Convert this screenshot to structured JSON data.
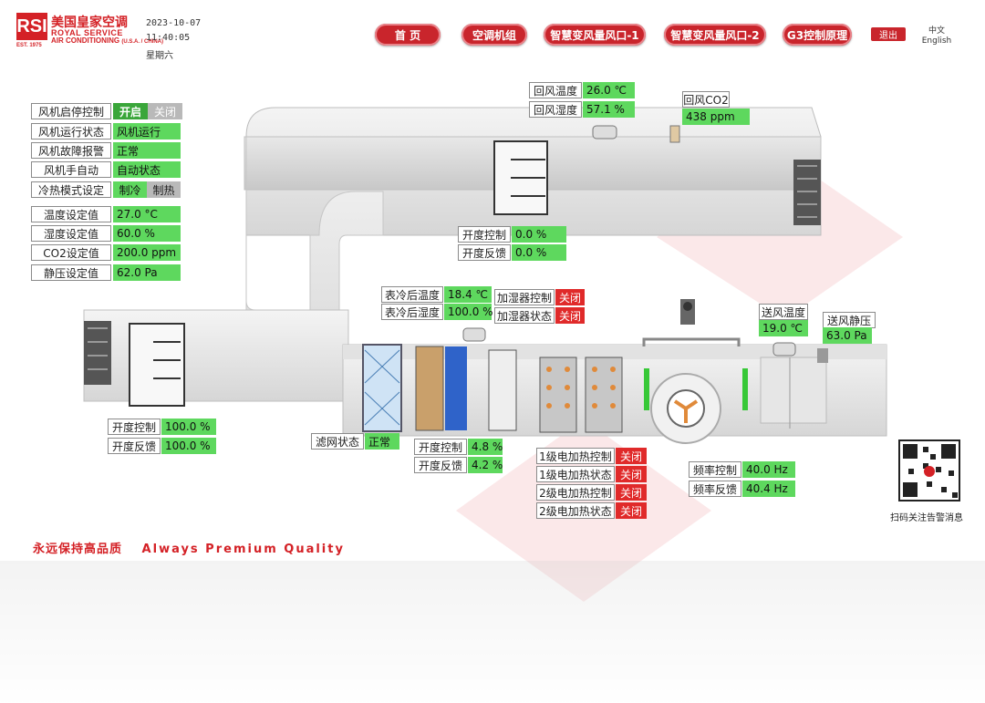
{
  "brand": {
    "logo_mark": "RSI",
    "name_cn": "美国皇家空调",
    "name_en1": "ROYAL SERVICE",
    "name_en2": "AIR CONDITIONING",
    "country": "(U.S.A. / CHINA)",
    "est": "EST. 1975"
  },
  "datetime": {
    "date": "2023-10-07",
    "time": "11:40:05",
    "weekday": "星期六"
  },
  "nav": [
    {
      "label": "首 页"
    },
    {
      "label": "空调机组"
    },
    {
      "label": "智慧变风量风口-1"
    },
    {
      "label": "智慧变风量风口-2"
    },
    {
      "label": "G3控制原理"
    }
  ],
  "exit_label": "退出",
  "lang": {
    "cn": "中文",
    "en": "English"
  },
  "status": {
    "fan_control": {
      "label": "风机启停控制",
      "on": "开启",
      "off": "关闭"
    },
    "fan_run": {
      "label": "风机运行状态",
      "value": "风机运行"
    },
    "fan_fault": {
      "label": "风机故障报警",
      "value": "正常"
    },
    "fan_mode": {
      "label": "风机手自动",
      "value": "自动状态"
    },
    "hc_mode": {
      "label": "冷热模式设定",
      "cool": "制冷",
      "heat": "制热"
    }
  },
  "setpoints": [
    {
      "label": "温度设定值",
      "value": "27.0 °C"
    },
    {
      "label": "湿度设定值",
      "value": "60.0 %"
    },
    {
      "label": "CO2设定值",
      "value": "200.0 ppm"
    },
    {
      "label": "静压设定值",
      "value": "62.0 Pa"
    }
  ],
  "return_air": {
    "temp_label": "回风温度",
    "temp_value": "26.0 ℃",
    "hum_label": "回风湿度",
    "hum_value": "57.1 %",
    "co2_label": "回风CO2",
    "co2_value": "438 ppm"
  },
  "return_damper": {
    "ctrl_label": "开度控制",
    "ctrl_value": "0.0 %",
    "fb_label": "开度反馈",
    "fb_value": "0.0 %"
  },
  "fresh_damper": {
    "ctrl_label": "开度控制",
    "ctrl_value": "100.0 %",
    "fb_label": "开度反馈",
    "fb_value": "100.0 %"
  },
  "coil": {
    "temp_label": "表冷后温度",
    "temp_value": "18.4 ℃",
    "hum_label": "表冷后湿度",
    "hum_value": "100.0 %"
  },
  "humidifier": {
    "ctrl_label": "加湿器控制",
    "ctrl_value": "关闭",
    "stat_label": "加湿器状态",
    "stat_value": "关闭"
  },
  "filter": {
    "label": "滤网状态",
    "value": "正常"
  },
  "valve": {
    "ctrl_label": "开度控制",
    "ctrl_value": "4.8 %",
    "fb_label": "开度反馈",
    "fb_value": "4.2 %"
  },
  "heaters": [
    {
      "label": "1级电加热控制",
      "value": "关闭"
    },
    {
      "label": "1级电加热状态",
      "value": "关闭"
    },
    {
      "label": "2级电加热控制",
      "value": "关闭"
    },
    {
      "label": "2级电加热状态",
      "value": "关闭"
    }
  ],
  "supply": {
    "temp_label": "送风温度",
    "temp_value": "19.0 ℃",
    "sp_label": "送风静压",
    "sp_value": "63.0 Pa"
  },
  "vfd": {
    "ctrl_label": "频率控制",
    "ctrl_value": "40.0 Hz",
    "fb_label": "频率反馈",
    "fb_value": "40.4 Hz"
  },
  "qr_caption": "扫码关注告警消息",
  "slogan": {
    "cn": "永远保持高品质",
    "en": "Always Premium Quality"
  },
  "colors": {
    "brand_red": "#d42126",
    "value_green": "#5ed85e",
    "alarm_red": "#e02a2a"
  }
}
